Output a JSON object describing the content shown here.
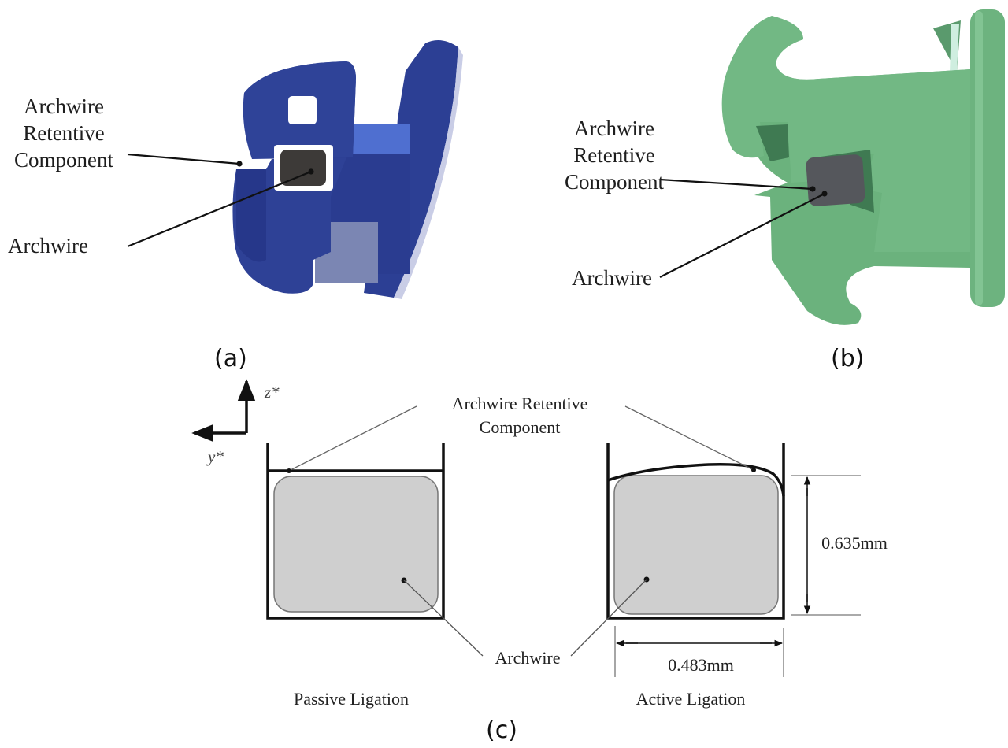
{
  "figure": {
    "panels": [
      {
        "id": "a",
        "tag": "(a)",
        "description": "Self-ligating bracket (blue) side view",
        "color": "#2c3f94",
        "labels": {
          "retentive_line1": "Archwire",
          "retentive_line2": "Retentive",
          "retentive_line3": "Component",
          "archwire": "Archwire"
        }
      },
      {
        "id": "b",
        "tag": "(b)",
        "description": "Self-ligating bracket (green) side view",
        "color": "#6fb982",
        "labels": {
          "retentive_line1": "Archwire",
          "retentive_line2": "Retentive",
          "retentive_line3": "Component",
          "archwire": "Archwire"
        }
      },
      {
        "id": "c",
        "tag": "(c)",
        "description": "Schematic cross-section of archwire in bracket slot",
        "axes": {
          "vertical": "z*",
          "horizontal": "y*"
        },
        "labels": {
          "retentive_line1": "Archwire Retentive",
          "retentive_line2": "Component",
          "archwire": "Archwire",
          "passive": "Passive Ligation",
          "active": "Active Ligation"
        },
        "dimensions": {
          "height": "0.635mm",
          "width": "0.483mm"
        },
        "wire_fill": "#cfcfcf"
      }
    ]
  }
}
